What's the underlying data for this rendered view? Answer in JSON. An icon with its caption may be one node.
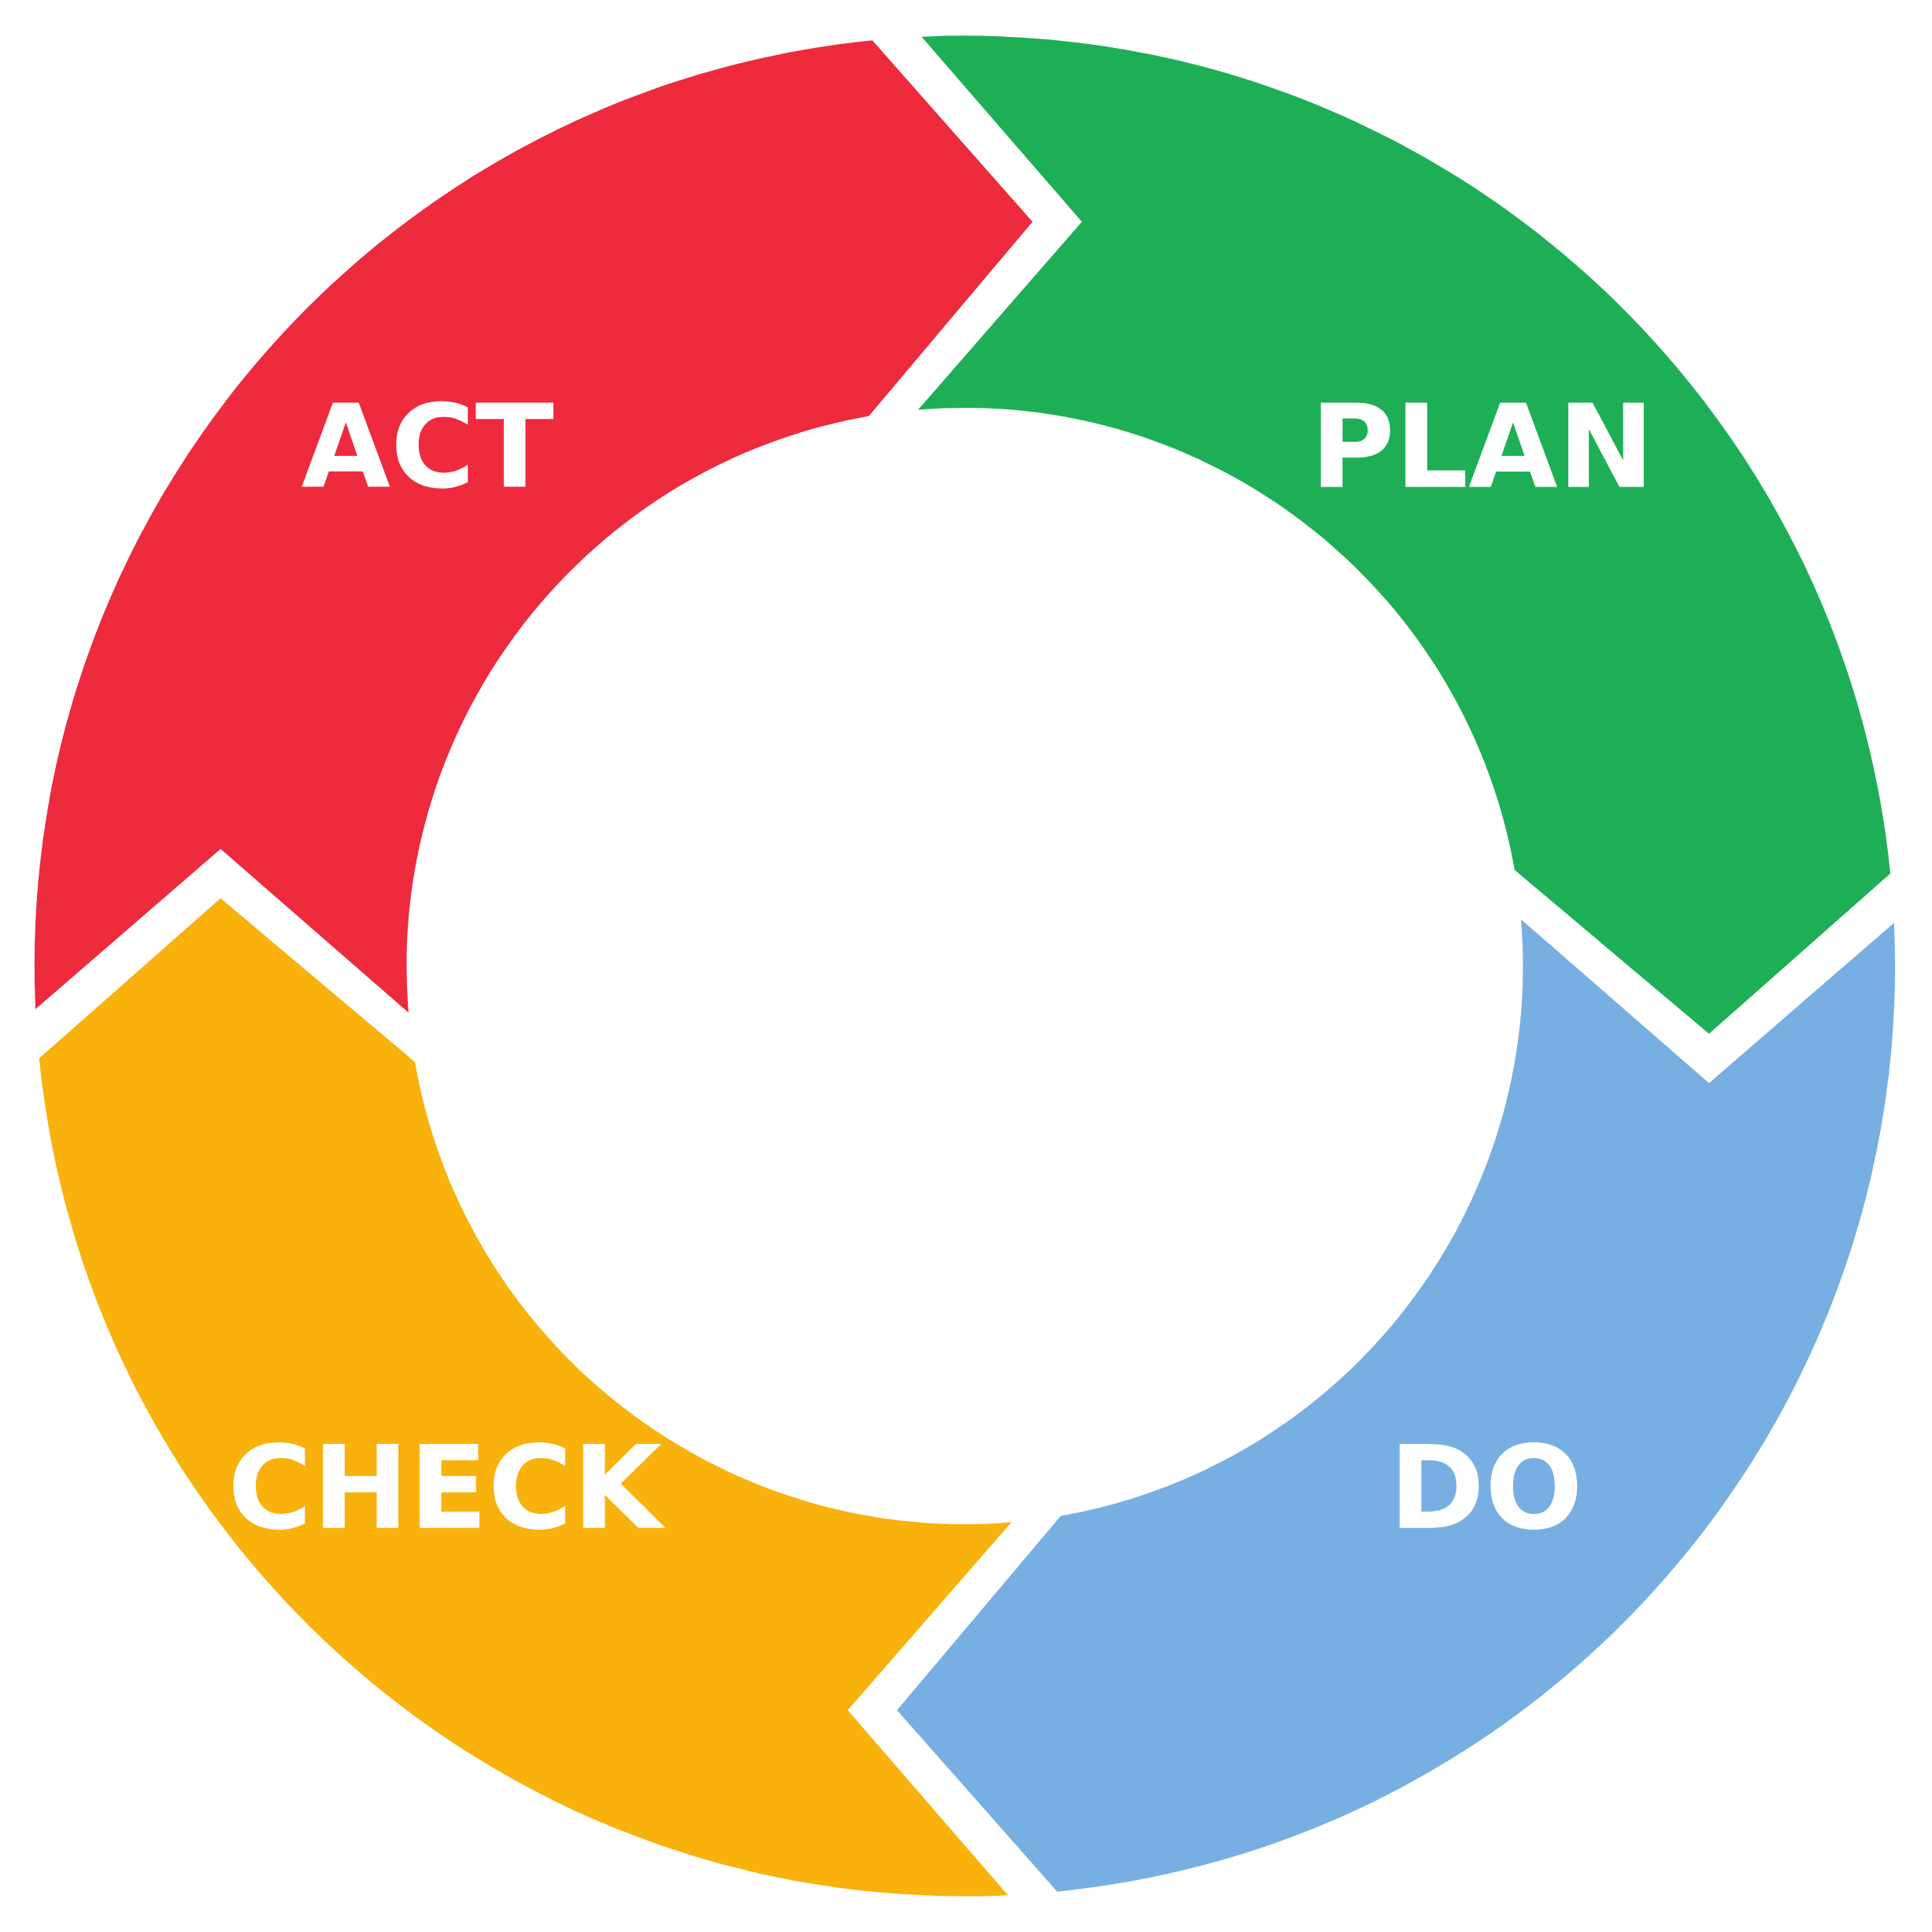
{
  "diagram": {
    "nodes": [
      {
        "text": [
          "ACT"
        ]
      },
      {
        "text": [
          "PLAN"
        ]
      },
      {
        "text": [
          "CHECK"
        ]
      },
      {
        "text": [
          "DO"
        ]
      }
    ]
  }
}
